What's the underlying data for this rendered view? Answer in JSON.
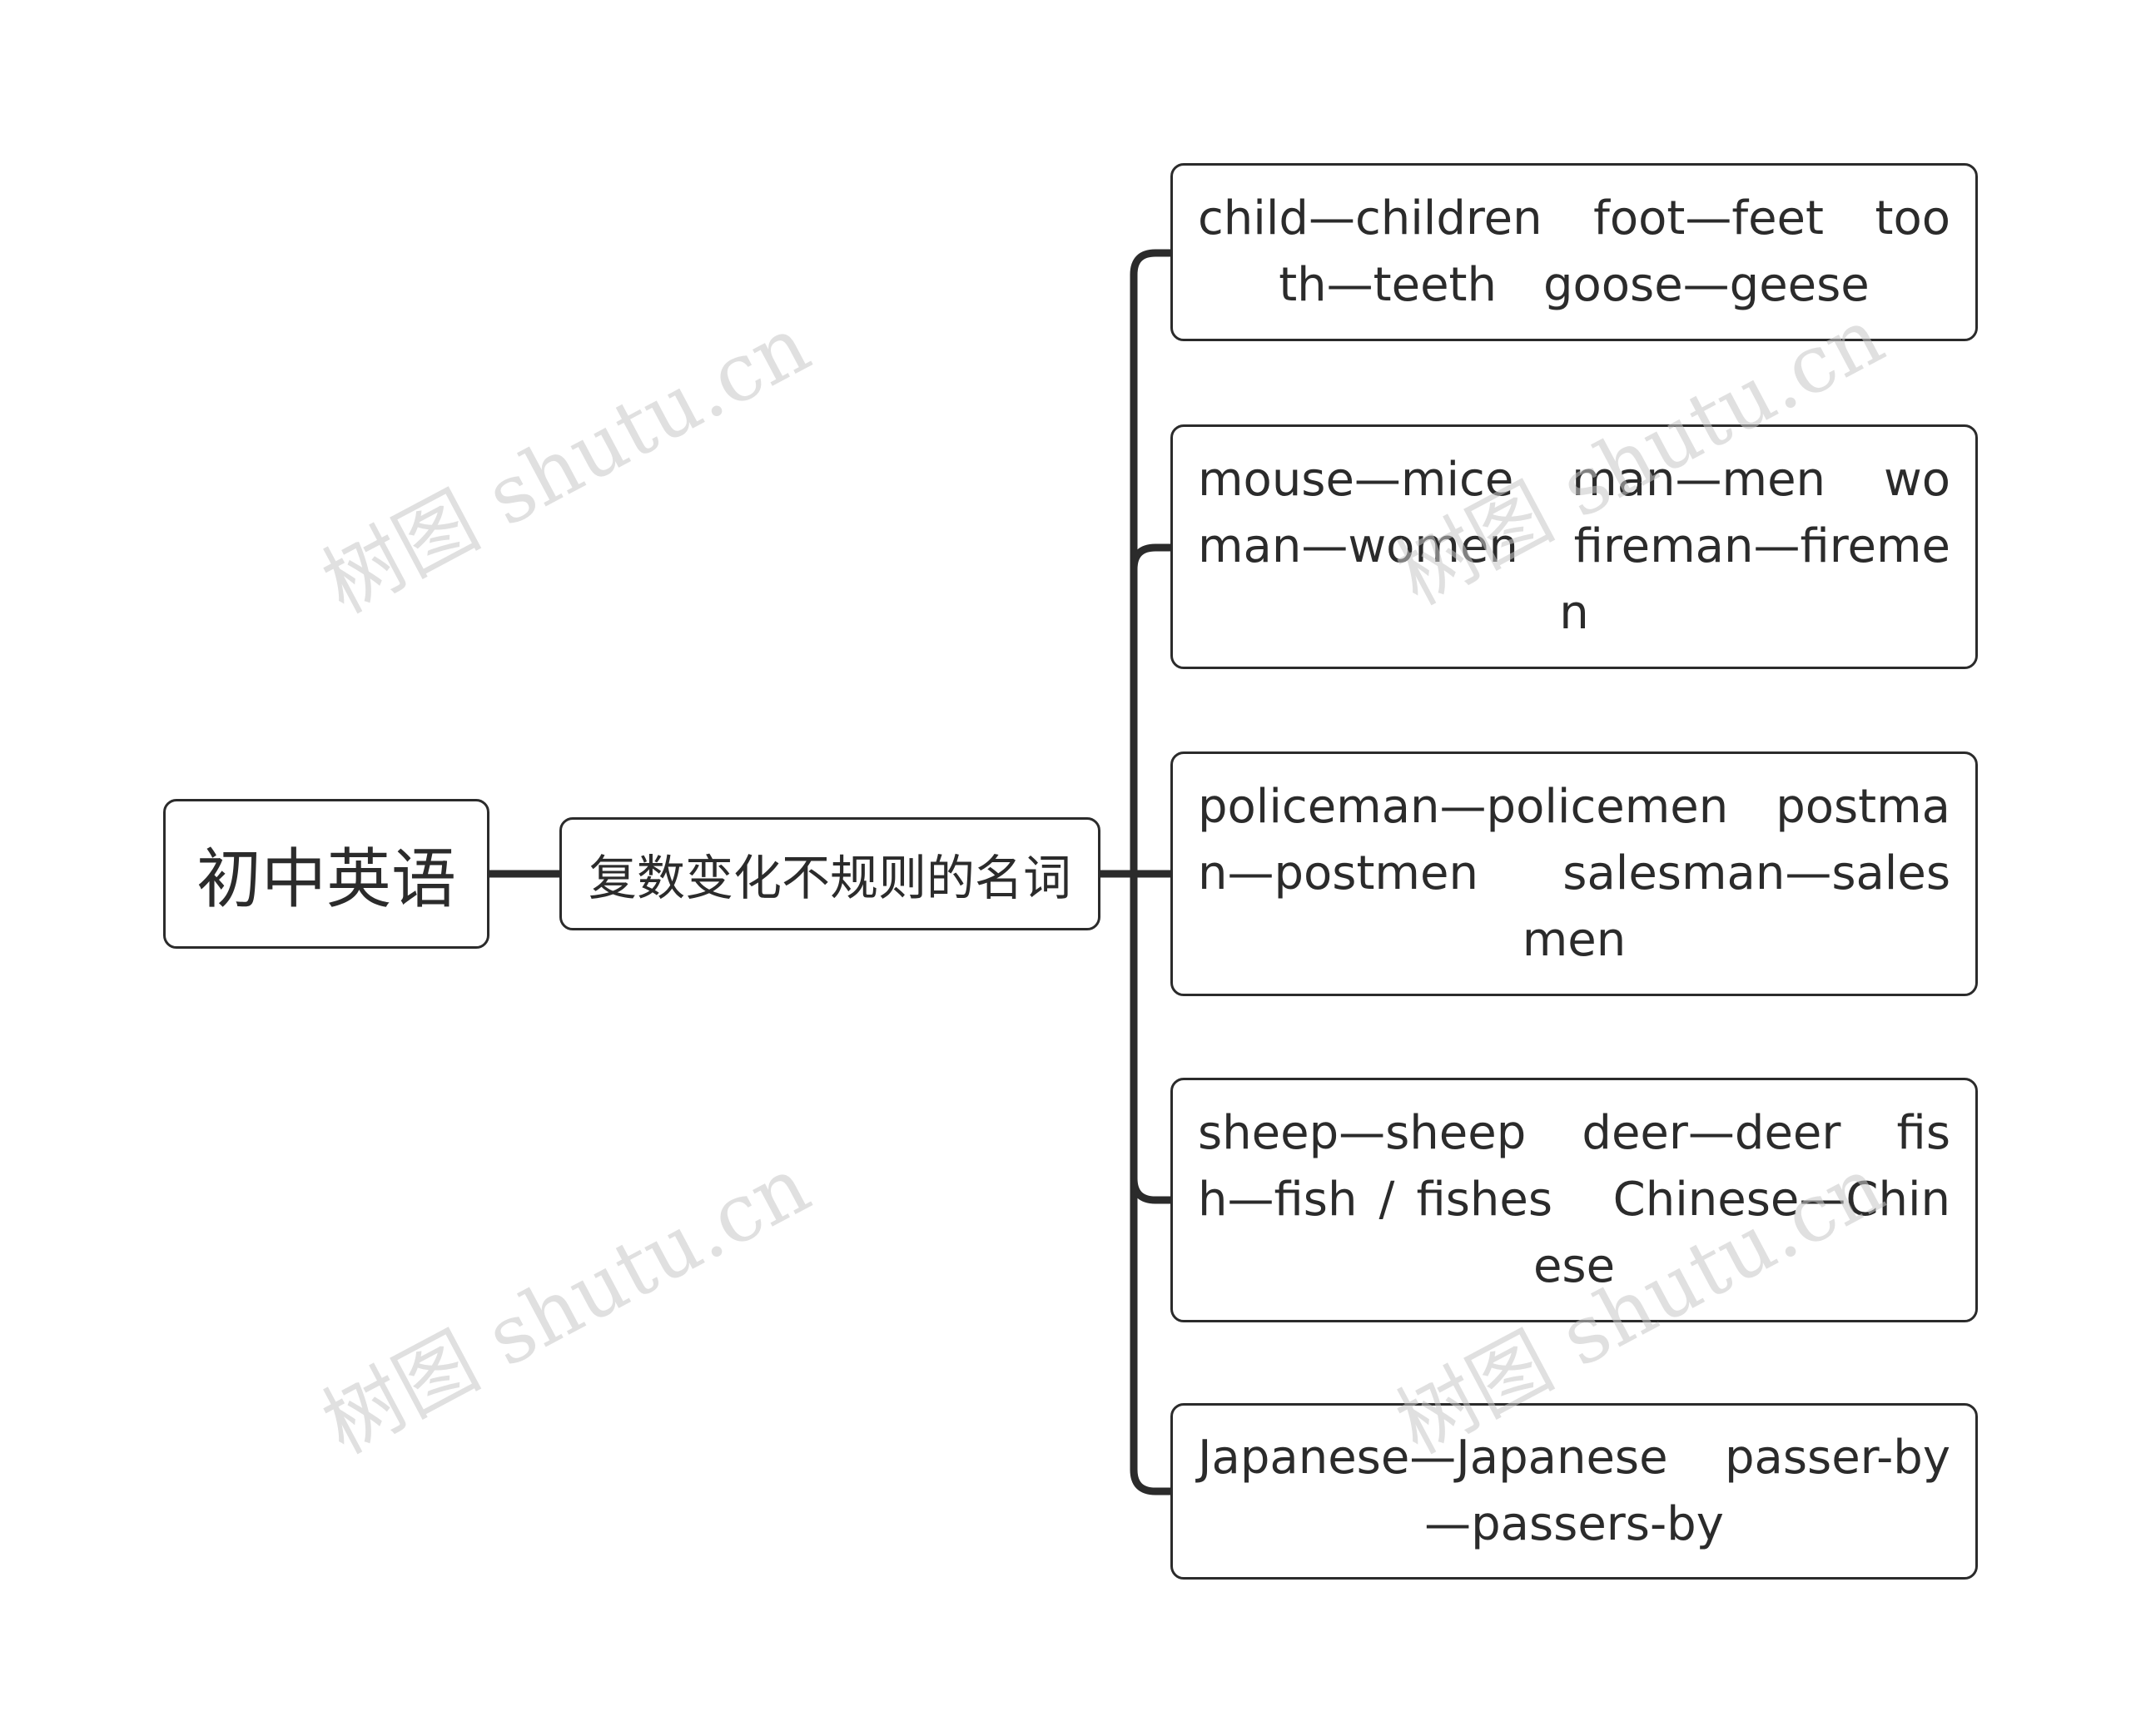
{
  "diagram": {
    "root": {
      "label": "初中英语"
    },
    "topic": {
      "label": "复数变化不规则的名词"
    },
    "leaves": [
      {
        "label": "child—children　foot—feet　tooth—teeth　goose—geese"
      },
      {
        "label": "mouse—mice　man—men　woman—women　fireman—firemen"
      },
      {
        "label": "policeman—policemen　postman—postmen　salesman—salesmen"
      },
      {
        "label": "sheep—sheep　deer—deer　fish—fish / fishes　Chinese—Chinese"
      },
      {
        "label": "Japanese—Japanese　passer-by—passers-by"
      }
    ],
    "line_color": "#2b2b2b"
  },
  "watermarks": [
    {
      "text": "树图 shutu.cn"
    },
    {
      "text": "树图 shutu.cn"
    },
    {
      "text": "树图 shutu.cn"
    },
    {
      "text": "树图 shutu.cn"
    }
  ]
}
